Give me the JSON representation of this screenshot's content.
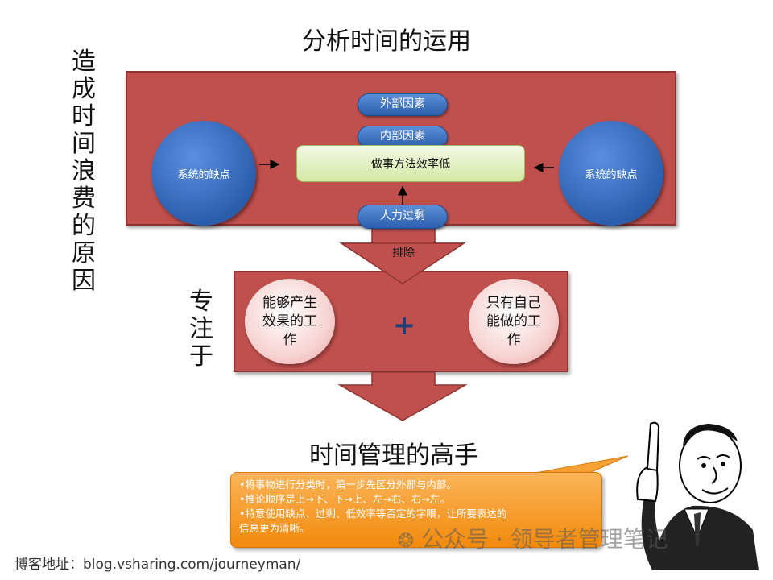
{
  "title": "分析时间的运用",
  "left_label": [
    "造",
    "成",
    "时",
    "间",
    "浪",
    "费",
    "的",
    "原",
    "因"
  ],
  "focus_label": [
    "专",
    "注",
    "于"
  ],
  "top_box": {
    "external_factor": "外部因素",
    "internal_factor": "内部因素",
    "center_text": "做事方法效率低",
    "left_circle": "系统的缺点",
    "right_circle": "系统的缺点",
    "overstaff": "人力过剩"
  },
  "arrow_label": "排除",
  "middle_box": {
    "left_circle": "能够产生效果的工作",
    "right_circle": "只有自己能做的工作",
    "plus": "+"
  },
  "bottom_title": "时间管理的高手",
  "note_lines": [
    "•将事物进行分类时，第一步先区分外部与内部。",
    "•推论顺序是上→下、下→上、左→右、右→左。",
    "•特意使用缺点、过剩、低效率等否定的字眼，让所要表达的",
    "信息更为清晰。"
  ],
  "footer_url": "博客地址：blog.vsharing.com/journeyman/",
  "watermark": "公众号 · 领导者管理笔记",
  "colors": {
    "red": "#c0504d",
    "blue": "#2c5fae",
    "orange": "#f28a0c",
    "green": "#d3e8a4"
  }
}
